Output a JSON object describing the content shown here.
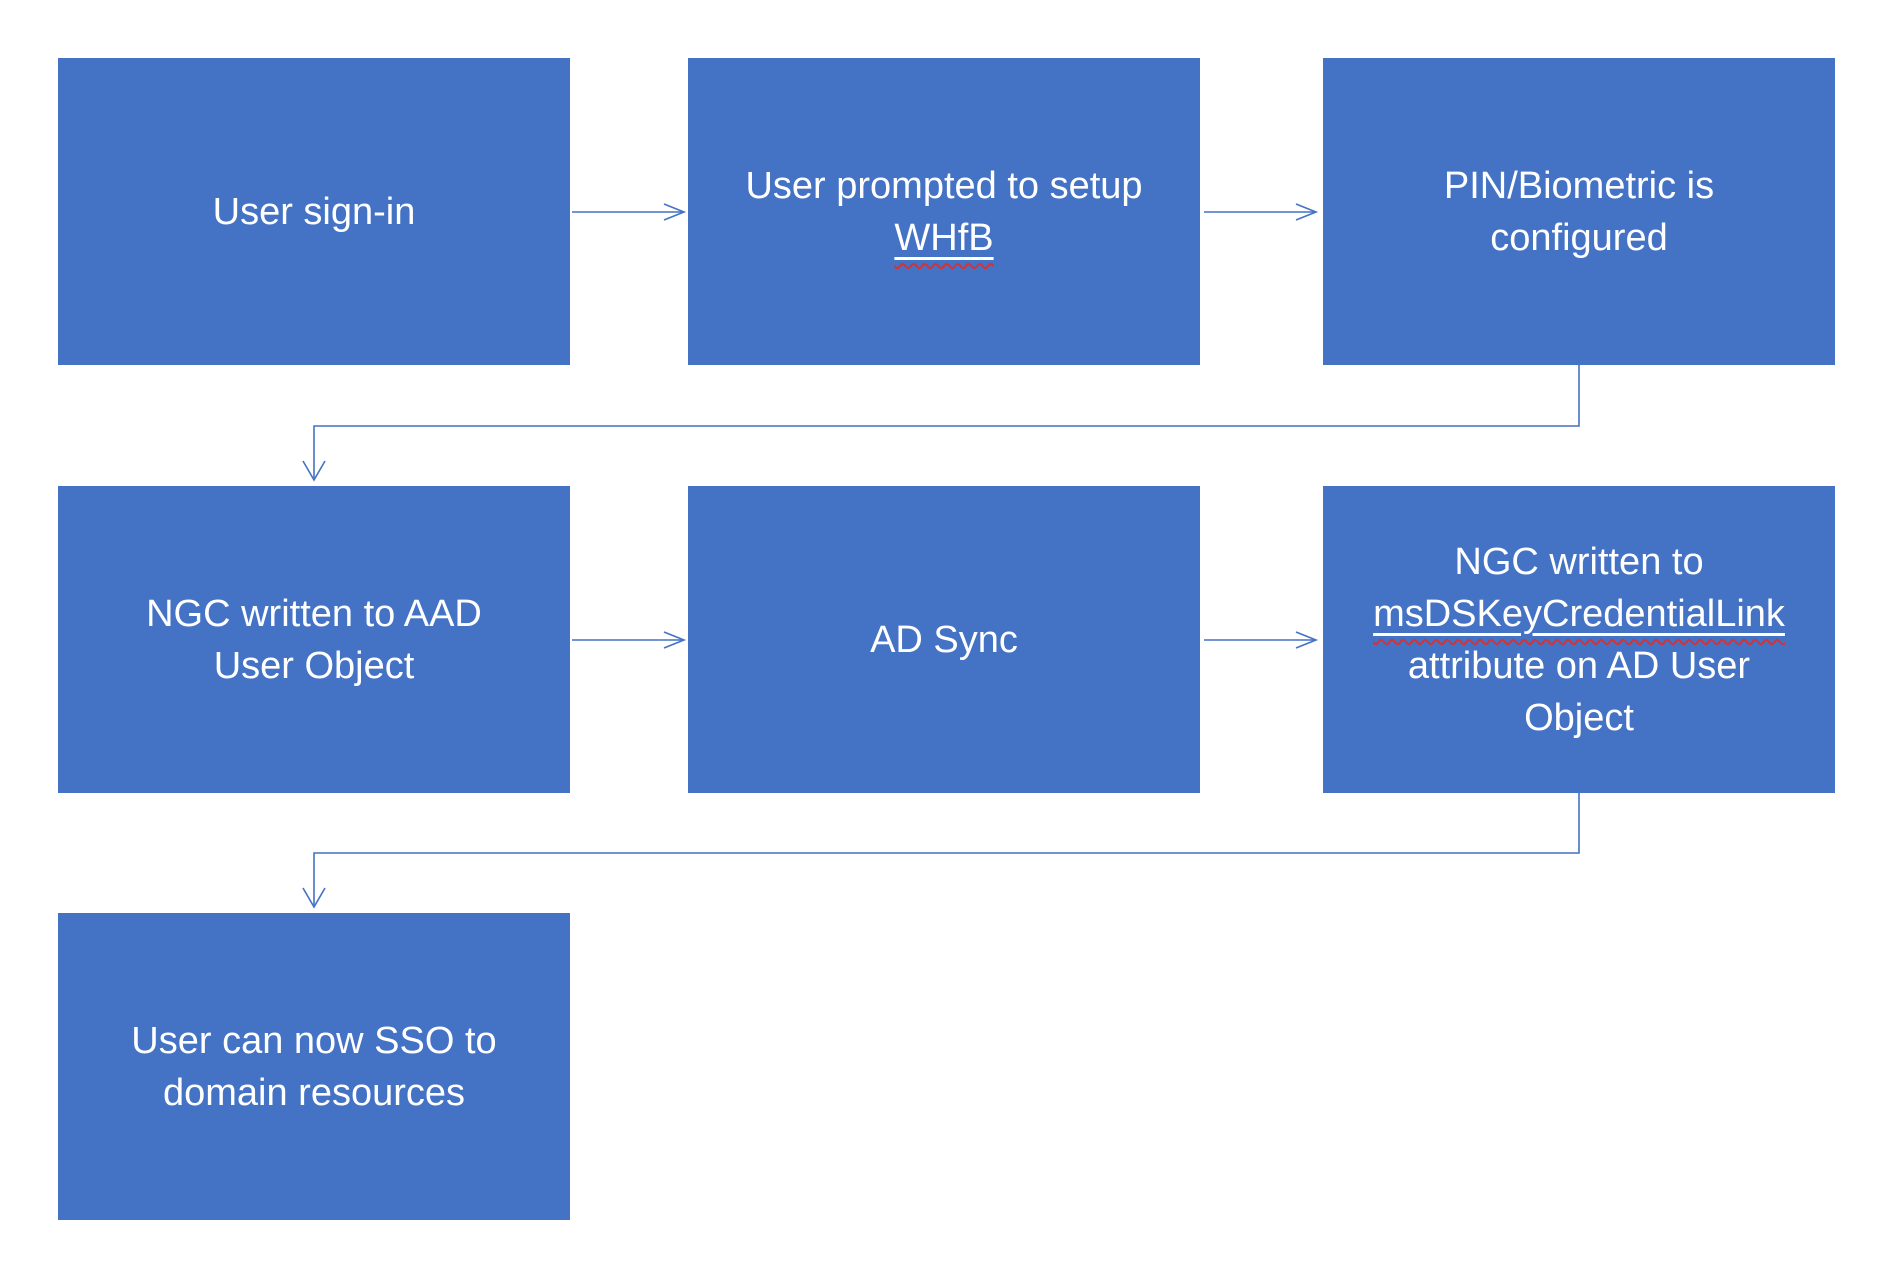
{
  "diagram": {
    "type": "flowchart",
    "description": "Windows Hello for Business key trust provisioning flow"
  },
  "colors": {
    "background": "#FFFFFF",
    "box_fill": "#4472C4",
    "box_text": "#FFFFFF",
    "connector": "#4472C4",
    "squiggle": "#D13438"
  },
  "nodes": [
    {
      "id": "user-sign-in",
      "lines": [
        {
          "text": "User sign-in"
        }
      ]
    },
    {
      "id": "user-prompted-whfb",
      "lines": [
        {
          "text": "User prompted to setup"
        },
        {
          "text": "WHfB",
          "underline": true,
          "spellcheck_squiggle": true
        }
      ]
    },
    {
      "id": "pin-biometric-configured",
      "lines": [
        {
          "text": "PIN/Biometric is"
        },
        {
          "text": "configured"
        }
      ]
    },
    {
      "id": "ngc-written-aad",
      "lines": [
        {
          "text": "NGC written to AAD"
        },
        {
          "text": "User Object"
        }
      ]
    },
    {
      "id": "ad-sync",
      "lines": [
        {
          "text": "AD Sync"
        }
      ]
    },
    {
      "id": "ngc-written-msdskeycredentiallink",
      "lines": [
        {
          "text": "NGC written to"
        },
        {
          "text": "msDSKeyCredentialLink",
          "underline": true,
          "spellcheck_squiggle": true
        },
        {
          "text": "attribute on AD User"
        },
        {
          "text": "Object"
        }
      ]
    },
    {
      "id": "user-sso",
      "lines": [
        {
          "text": "User can now SSO to"
        },
        {
          "text": "domain resources"
        }
      ]
    }
  ],
  "edges": [
    {
      "from": "user-sign-in",
      "to": "user-prompted-whfb",
      "style": "straight-arrow"
    },
    {
      "from": "user-prompted-whfb",
      "to": "pin-biometric-configured",
      "style": "straight-arrow"
    },
    {
      "from": "pin-biometric-configured",
      "to": "ngc-written-aad",
      "style": "elbow-arrow"
    },
    {
      "from": "ngc-written-aad",
      "to": "ad-sync",
      "style": "straight-arrow"
    },
    {
      "from": "ad-sync",
      "to": "ngc-written-msdskeycredentiallink",
      "style": "straight-arrow"
    },
    {
      "from": "ngc-written-msdskeycredentiallink",
      "to": "user-sso",
      "style": "elbow-arrow"
    }
  ]
}
